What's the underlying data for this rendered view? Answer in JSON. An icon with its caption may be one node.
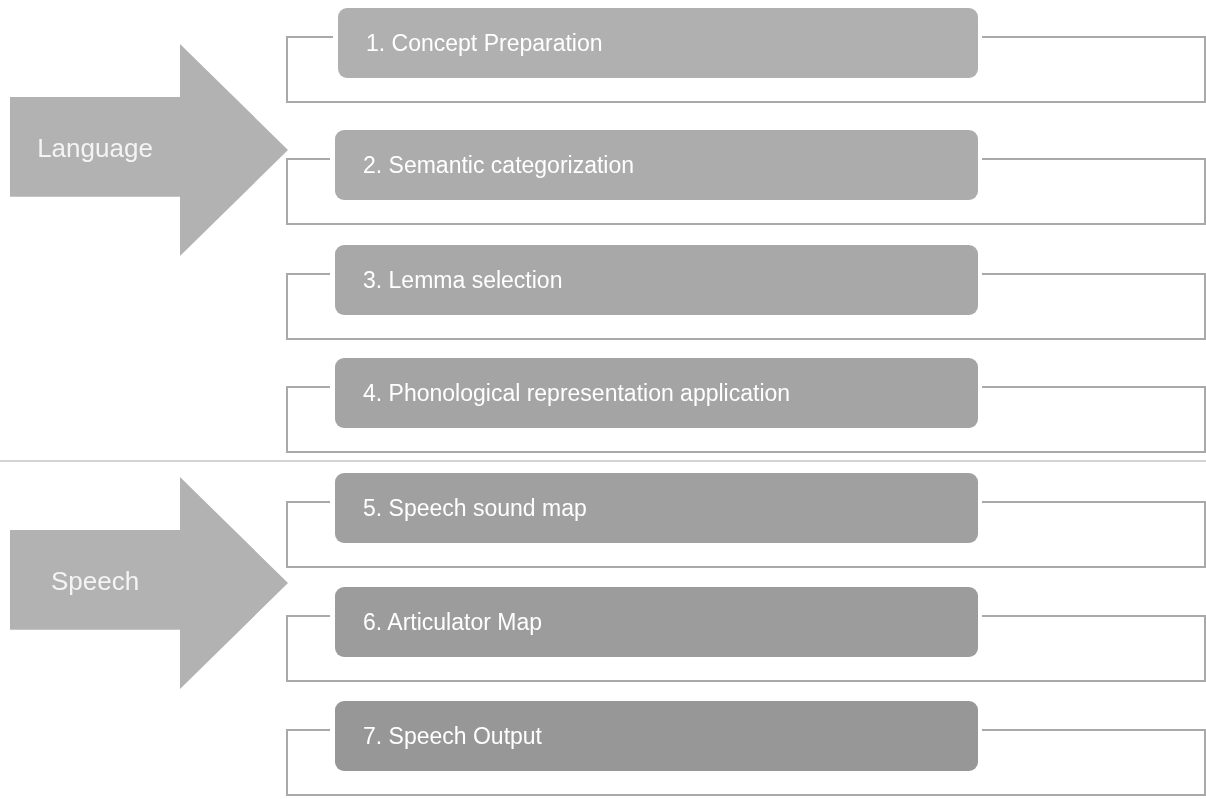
{
  "diagram": {
    "nodes": [
      {
        "text": [
          "Language"
        ]
      },
      {
        "text": [
          "1. Concept Preparation"
        ]
      },
      {
        "text": [
          "2. Semantic categorization"
        ]
      },
      {
        "text": [
          "3. Lemma selection"
        ]
      },
      {
        "text": [
          "4. Phonological representation application"
        ]
      },
      {
        "text": [
          "Speech"
        ]
      },
      {
        "text": [
          "5. Speech sound map"
        ]
      },
      {
        "text": [
          "6. Articulator Map"
        ]
      },
      {
        "text": [
          "7. Speech Output"
        ]
      }
    ]
  }
}
